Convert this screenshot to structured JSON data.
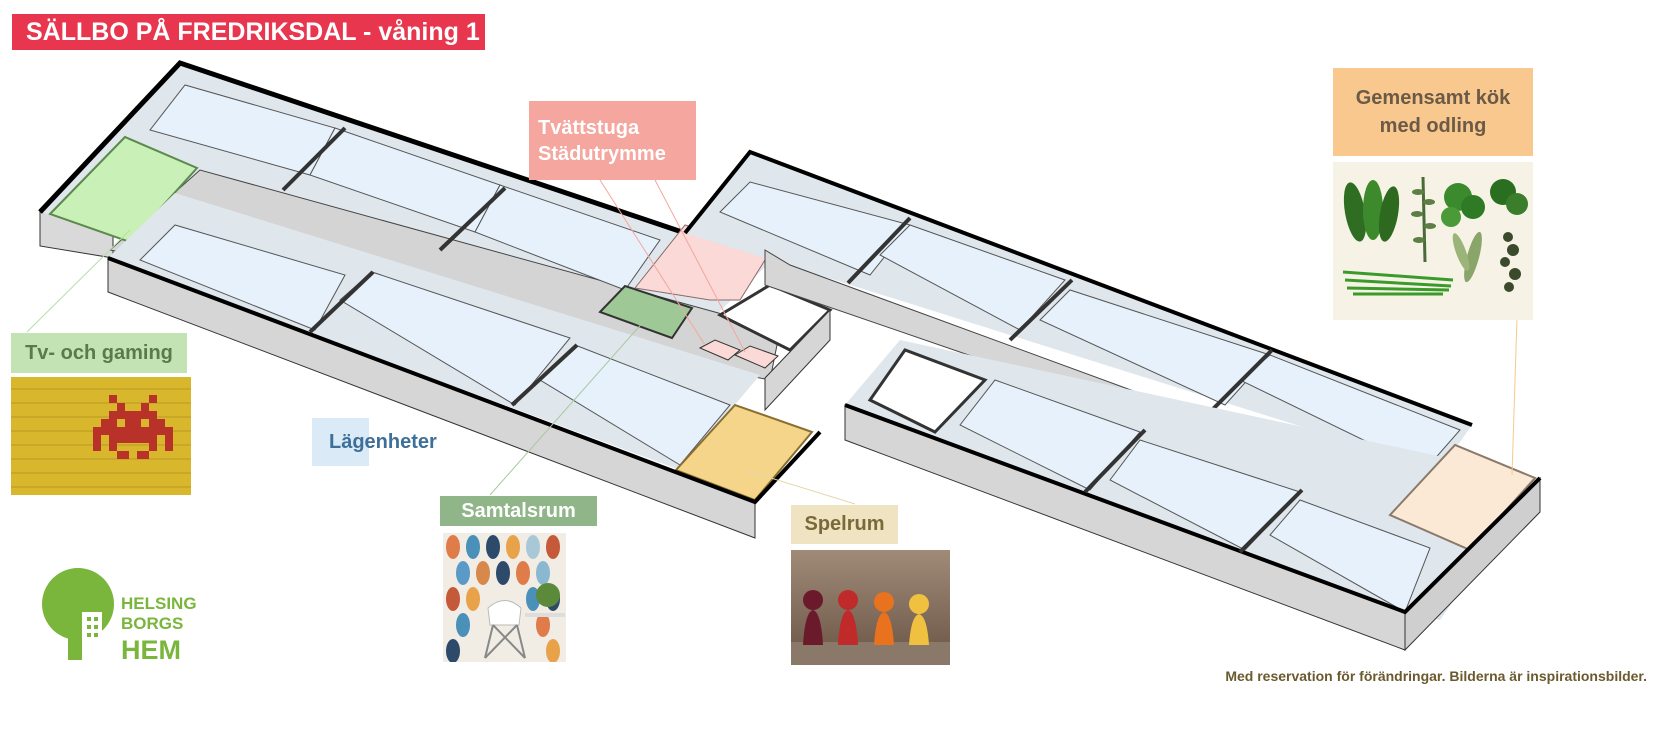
{
  "title": "SÄLLBO PÅ FREDRIKSDAL - våning 1",
  "labels": {
    "tv": "Tv- och gaming",
    "lagenheter": "Lägenheter",
    "samtalsrum": "Samtalsrum",
    "tvattstuga_line1": "Tvättstuga",
    "tvattstuga_line2": "Städutrymme",
    "spelrum": "Spelrum",
    "kok_line1": "Gemensamt kök",
    "kok_line2": "med odling"
  },
  "logo": {
    "line1": "HELSING",
    "line2": "BORGS",
    "line3": "HEM"
  },
  "footer": "Med reservation för förändringar. Bilderna är inspirationsbilder.",
  "colors": {
    "title_bg": "#e8364f",
    "room_blue": "#e6f1fb",
    "wall_gray": "#d7d7d7",
    "tv_green": "#c8f0b7",
    "samtal_green": "#9fc897",
    "tvatt_pink": "#fbd9d6",
    "spel_yellow": "#f4d58a",
    "kok_cream": "#fbe9d5",
    "logo_green": "#7ab53c"
  },
  "icons": [
    "space-invader-image",
    "herbs-image",
    "chair-pattern-image",
    "game-pieces-image",
    "helsingborgshem-tree-logo"
  ]
}
